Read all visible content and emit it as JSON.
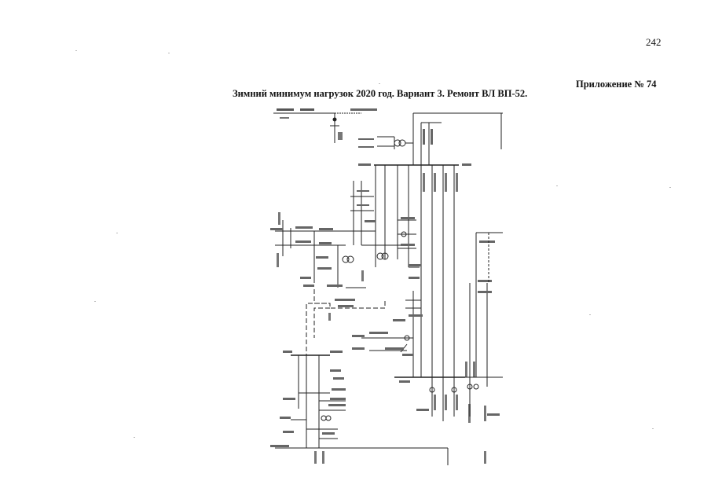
{
  "page": {
    "number": "242",
    "appendix": "Приложение № 74",
    "title": "Зимний минимум нагрузок 2020 год. Вариант 3. Ремонт ВЛ ВП-52."
  }
}
